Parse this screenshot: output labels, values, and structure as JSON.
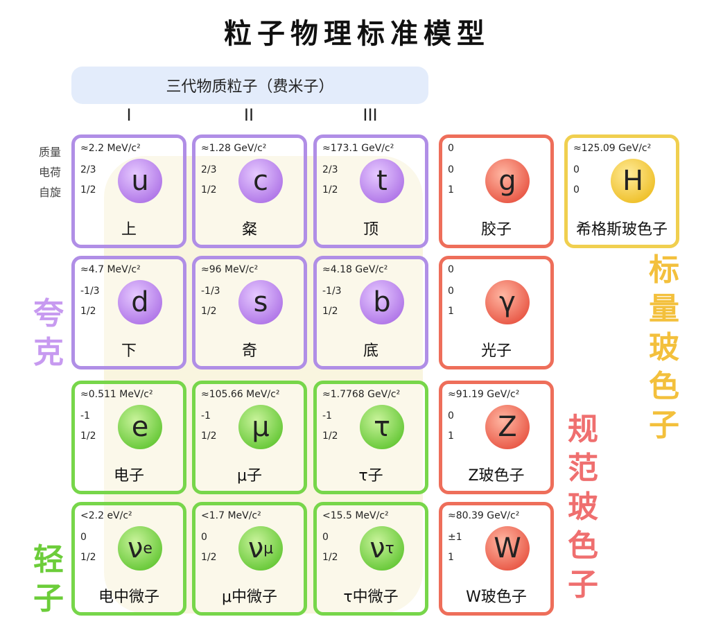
{
  "title": "粒子物理标准模型",
  "generations_header": "三代物质粒子（费米子）",
  "generation_labels": [
    "I",
    "II",
    "III"
  ],
  "property_labels": [
    "质量",
    "电荷",
    "自旋"
  ],
  "group_labels": {
    "quarks": [
      "夸",
      "克"
    ],
    "leptons": [
      "轻",
      "子"
    ],
    "gauge_bosons": [
      "规",
      "范",
      "玻",
      "色",
      "子"
    ],
    "scalar_bosons": [
      "标",
      "量",
      "玻",
      "色",
      "子"
    ]
  },
  "colors": {
    "quark": "#b08ee6",
    "lepton": "#77d64a",
    "gauge": "#ee6e5a",
    "scalar": "#f0cf4f"
  },
  "particles": [
    {
      "mass": "≈2.2 MeV/c²",
      "charge": "2/3",
      "spin": "1/2",
      "symbol": "u",
      "sub": "",
      "name": "上"
    },
    {
      "mass": "≈1.28 GeV/c²",
      "charge": "2/3",
      "spin": "1/2",
      "symbol": "c",
      "sub": "",
      "name": "粲"
    },
    {
      "mass": "≈173.1 GeV/c²",
      "charge": "2/3",
      "spin": "1/2",
      "symbol": "t",
      "sub": "",
      "name": "顶"
    },
    {
      "mass": "0",
      "charge": "0",
      "spin": "1",
      "symbol": "g",
      "sub": "",
      "name": "胶子"
    },
    {
      "mass": "≈125.09 GeV/c²",
      "charge": "0",
      "spin": "0",
      "symbol": "H",
      "sub": "",
      "name": "希格斯玻色子"
    },
    {
      "mass": "≈4.7 MeV/c²",
      "charge": "-1/3",
      "spin": "1/2",
      "symbol": "d",
      "sub": "",
      "name": "下"
    },
    {
      "mass": "≈96 MeV/c²",
      "charge": "-1/3",
      "spin": "1/2",
      "symbol": "s",
      "sub": "",
      "name": "奇"
    },
    {
      "mass": "≈4.18 GeV/c²",
      "charge": "-1/3",
      "spin": "1/2",
      "symbol": "b",
      "sub": "",
      "name": "底"
    },
    {
      "mass": "0",
      "charge": "0",
      "spin": "1",
      "symbol": "γ",
      "sub": "",
      "name": "光子"
    },
    {
      "mass": "≈0.511 MeV/c²",
      "charge": "-1",
      "spin": "1/2",
      "symbol": "e",
      "sub": "",
      "name": "电子"
    },
    {
      "mass": "≈105.66 MeV/c²",
      "charge": "-1",
      "spin": "1/2",
      "symbol": "μ",
      "sub": "",
      "name": "μ子"
    },
    {
      "mass": "≈1.7768 GeV/c²",
      "charge": "-1",
      "spin": "1/2",
      "symbol": "τ",
      "sub": "",
      "name": "τ子"
    },
    {
      "mass": "≈91.19 GeV/c²",
      "charge": "0",
      "spin": "1",
      "symbol": "Z",
      "sub": "",
      "name": "Z玻色子"
    },
    {
      "mass": "<2.2 eV/c²",
      "charge": "0",
      "spin": "1/2",
      "symbol": "ν",
      "sub": "e",
      "name": "电中微子"
    },
    {
      "mass": "<1.7 MeV/c²",
      "charge": "0",
      "spin": "1/2",
      "symbol": "ν",
      "sub": "μ",
      "name": "μ中微子"
    },
    {
      "mass": "<15.5 MeV/c²",
      "charge": "0",
      "spin": "1/2",
      "symbol": "ν",
      "sub": "τ",
      "name": "τ中微子"
    },
    {
      "mass": "≈80.39 GeV/c²",
      "charge": "±1",
      "spin": "1",
      "symbol": "W",
      "sub": "",
      "name": "W玻色子"
    }
  ]
}
